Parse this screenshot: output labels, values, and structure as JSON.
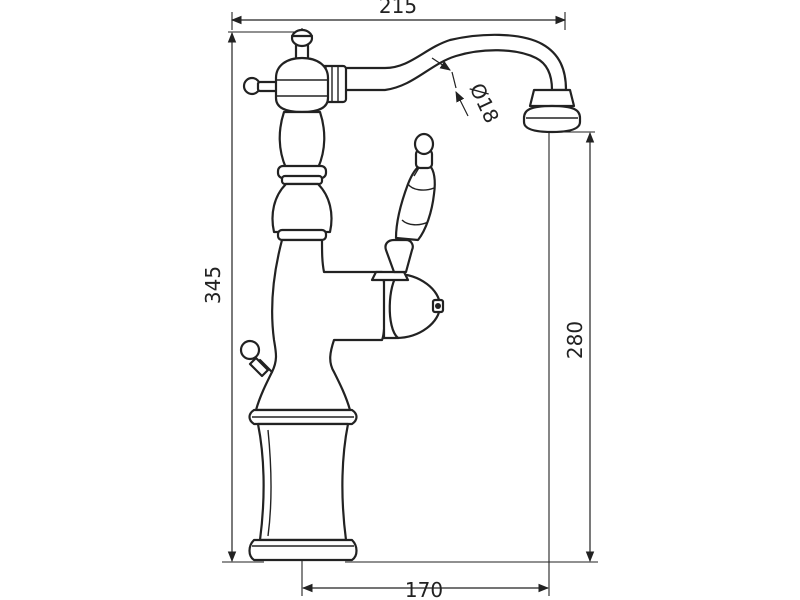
{
  "drawing": {
    "subject": "faucet-dimension-drawing",
    "unit": "mm",
    "dimensions": {
      "overall_width": "215",
      "overall_height": "345",
      "spout_height": "280",
      "spout_reach": "170",
      "spout_diameter": "Ø18"
    }
  },
  "colors": {
    "line": "#222222",
    "background": "#ffffff"
  }
}
